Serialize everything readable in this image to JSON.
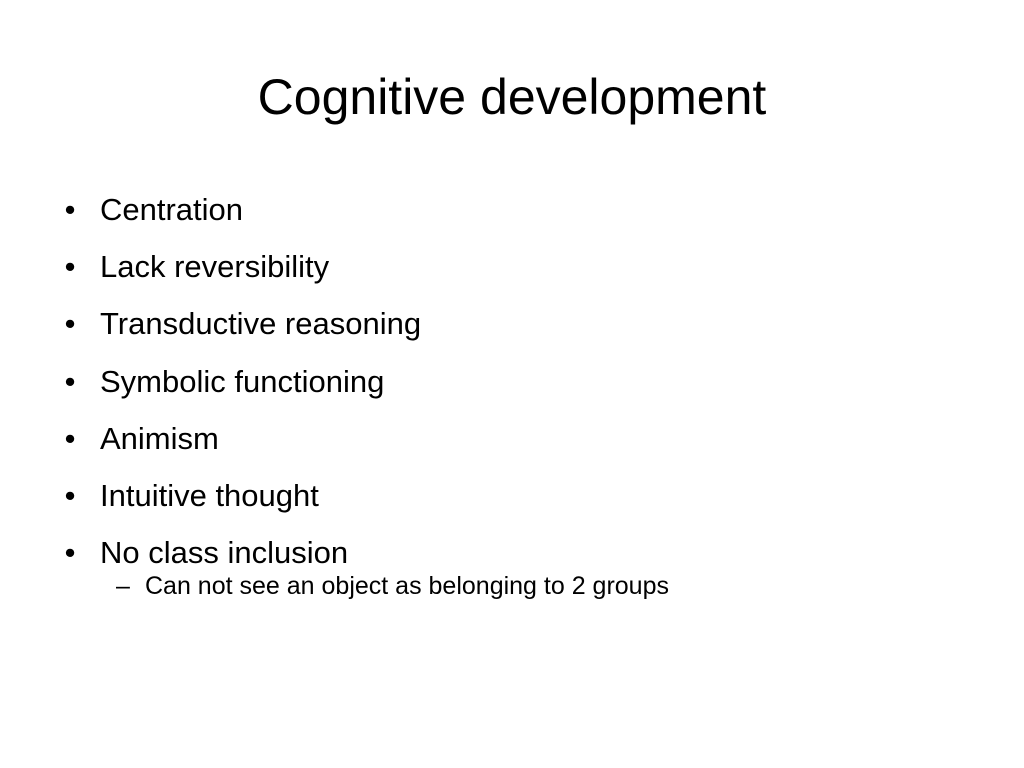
{
  "slide": {
    "title": "Cognitive development",
    "bullet_glyph": "•",
    "sub_glyph": "–",
    "bullets": [
      "Centration",
      "Lack reversibility",
      "Transductive reasoning",
      "Symbolic functioning",
      "Animism",
      "Intuitive thought",
      "No class inclusion"
    ],
    "sub_bullets": [
      "Can not see an object as belonging to 2 groups"
    ]
  }
}
